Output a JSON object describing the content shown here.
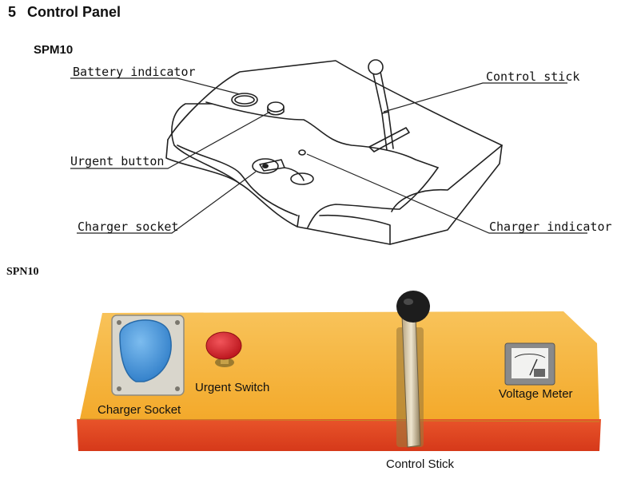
{
  "section": {
    "number": "5",
    "title": "Control Panel"
  },
  "spm10": {
    "model": "SPM10",
    "labels": {
      "battery_indicator": "Battery indicator",
      "control_stick": "Control stick",
      "urgent_button": "Urgent button",
      "charger_socket": "Charger socket",
      "charger_indicator": "Charger indicator"
    }
  },
  "spn10": {
    "model": "SPN10",
    "labels": {
      "charger_socket": "Charger Socket",
      "urgent_switch": "Urgent Switch",
      "voltage_meter": "Voltage Meter",
      "control_stick": "Control Stick"
    }
  },
  "colors": {
    "panel_yellow": "#f6b93e",
    "panel_red": "#e2431c",
    "socket_blue": "#3e8fd6",
    "button_red": "#d81e22"
  }
}
